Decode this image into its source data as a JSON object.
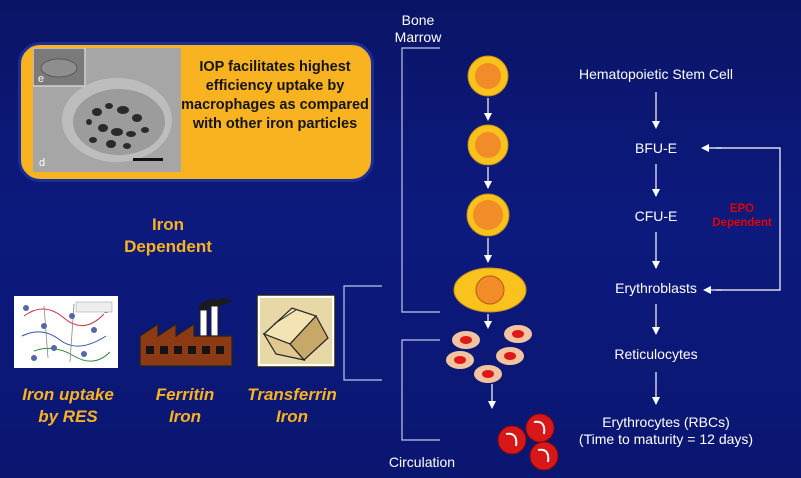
{
  "callout": {
    "text": "IOP facilitates highest efficiency uptake by macrophages as compared with other iron particles"
  },
  "micrograph": {
    "panel_label": "d",
    "inset_label": "e"
  },
  "left": {
    "heading": [
      "Iron",
      "Dependent"
    ],
    "sources": [
      {
        "label": [
          "Iron uptake",
          "by RES"
        ]
      },
      {
        "label": [
          "Ferritin",
          "Iron"
        ]
      },
      {
        "label": [
          "Transferrin",
          "Iron"
        ]
      }
    ]
  },
  "bone_marrow_label": [
    "Bone",
    "Marrow"
  ],
  "circulation_label": "Circulation",
  "stages": [
    "Hematopoietic Stem Cell",
    "BFU-E",
    "CFU-E",
    "Erythroblasts",
    "Reticulocytes"
  ],
  "erythrocytes": [
    "Erythrocytes (RBCs)",
    "(Time to maturity = 12 days)"
  ],
  "epo_label": [
    "EPO",
    "Dependent"
  ],
  "colors": {
    "background": "#0c1a7e",
    "accent_yellow": "#f9b320",
    "cell_orange": "#f28c28",
    "rbc_red": "#d81818",
    "epo_red": "#e00000"
  }
}
